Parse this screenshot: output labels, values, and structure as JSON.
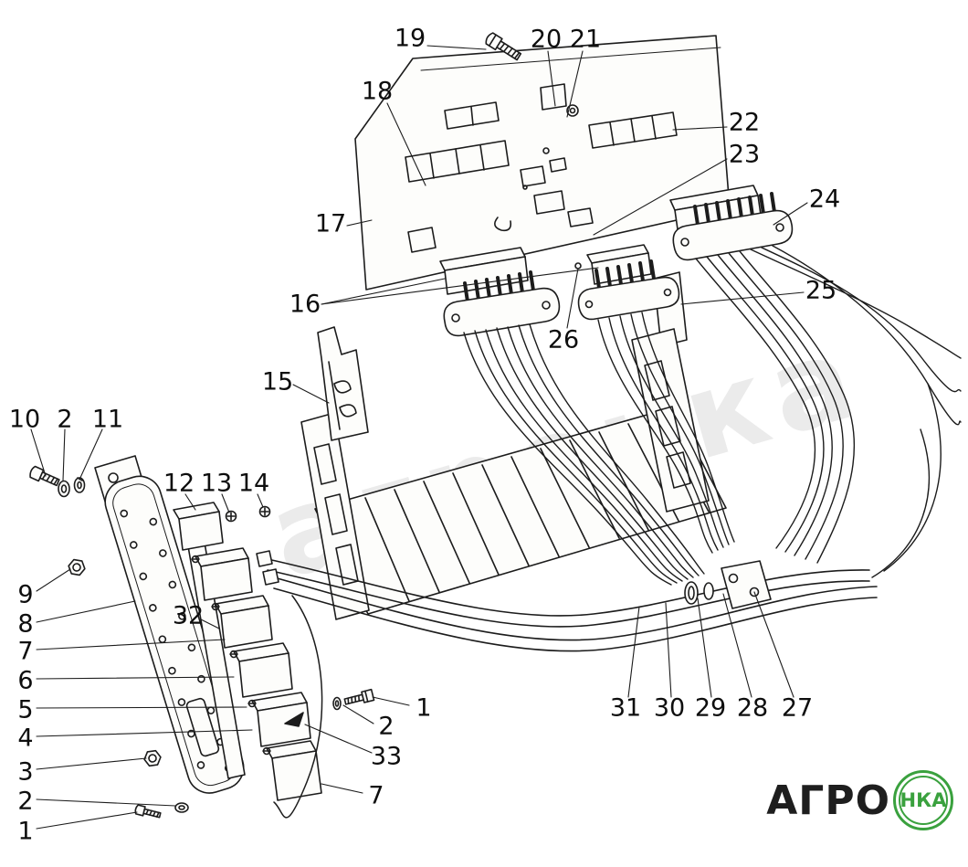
{
  "diagram": {
    "callouts": [
      {
        "number": "19"
      },
      {
        "number": "20"
      },
      {
        "number": "21"
      },
      {
        "number": "18"
      },
      {
        "number": "22"
      },
      {
        "number": "23"
      },
      {
        "number": "17"
      },
      {
        "number": "24"
      },
      {
        "number": "25"
      },
      {
        "number": "16"
      },
      {
        "number": "26"
      },
      {
        "number": "15"
      },
      {
        "number": "10"
      },
      {
        "number": "2"
      },
      {
        "number": "11"
      },
      {
        "number": "12"
      },
      {
        "number": "13"
      },
      {
        "number": "14"
      },
      {
        "number": "9"
      },
      {
        "number": "8"
      },
      {
        "number": "7"
      },
      {
        "number": "6"
      },
      {
        "number": "5"
      },
      {
        "number": "4"
      },
      {
        "number": "3"
      },
      {
        "number": "2"
      },
      {
        "number": "1"
      },
      {
        "number": "32"
      },
      {
        "number": "1"
      },
      {
        "number": "2"
      },
      {
        "number": "33"
      },
      {
        "number": "7"
      },
      {
        "number": "31"
      },
      {
        "number": "30"
      },
      {
        "number": "29"
      },
      {
        "number": "28"
      },
      {
        "number": "27"
      }
    ]
  },
  "watermark": {
    "text": "агронка"
  },
  "logo": {
    "text": "АГРО",
    "circle_text": "НКА",
    "green": "#3aa13e"
  },
  "colors": {
    "line": "#1c1c1c",
    "background": "#ffffff"
  }
}
